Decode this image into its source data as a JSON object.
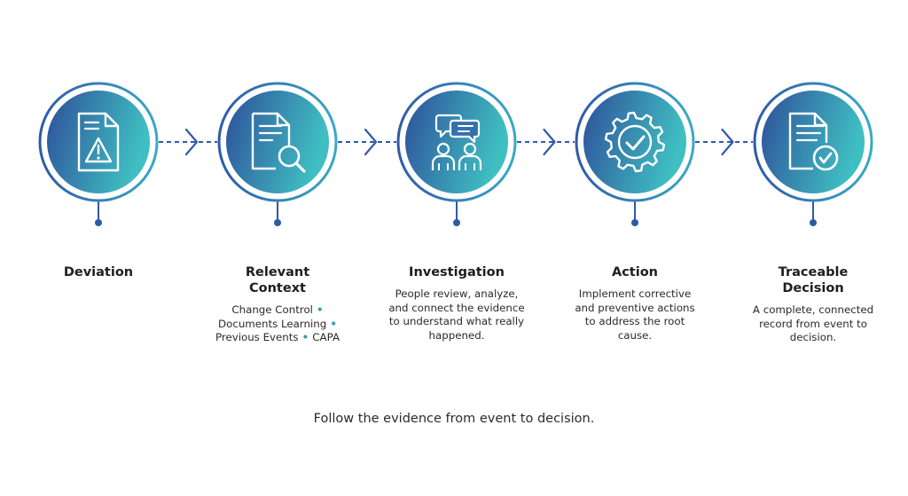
{
  "theme": {
    "gradient_start": "#2e4f9a",
    "gradient_end": "#3fbfc2",
    "ring_color": "#2f5aa8",
    "connector_color": "#2f5aa8",
    "bullet_color": "#2aa3a8"
  },
  "steps": [
    {
      "title": "Deviation",
      "icon": "document-warning-icon",
      "desc_lines": []
    },
    {
      "title": "Relevant\nContext",
      "icon": "document-search-icon",
      "desc_lines": [
        {
          "text": "Change Control",
          "bullet": true
        },
        {
          "text": "Documents Learning",
          "bullet": true
        },
        {
          "text": "Previous Events",
          "bullet": true,
          "tail": "CAPA"
        }
      ]
    },
    {
      "title": "Investigation",
      "icon": "people-discussion-icon",
      "desc_lines": [
        {
          "text": "People review, analyze,"
        },
        {
          "text": "and connect the evidence"
        },
        {
          "text": "to understand what really"
        },
        {
          "text": "happened."
        }
      ]
    },
    {
      "title": "Action",
      "icon": "gear-check-icon",
      "desc_lines": [
        {
          "text": "Implement corrective"
        },
        {
          "text": "and preventive actions"
        },
        {
          "text": "to address the root"
        },
        {
          "text": "cause."
        }
      ]
    },
    {
      "title": "Traceable\nDecision",
      "icon": "document-check-icon",
      "desc_lines": [
        {
          "text": "A complete, connected"
        },
        {
          "text": "record from event to"
        },
        {
          "text": "decision."
        }
      ]
    }
  ],
  "tagline": "Follow the evidence from event to decision."
}
